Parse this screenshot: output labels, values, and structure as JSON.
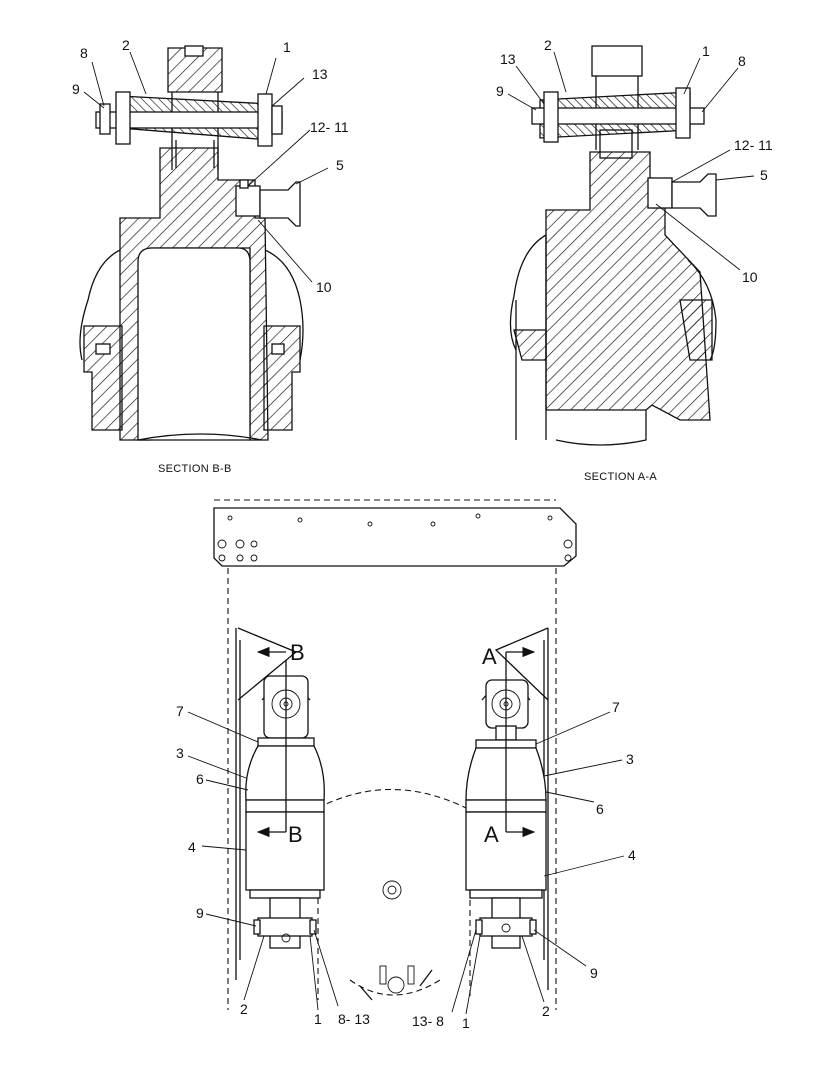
{
  "captions": {
    "section_b": "SECTION B-B",
    "section_a": "SECTION A-A"
  },
  "section_b_labels": {
    "n8": "8",
    "n2": "2",
    "n1": "1",
    "n13": "13",
    "n9": "9",
    "n12_11": "12- 11",
    "n5": "5",
    "n10": "10"
  },
  "section_a_labels": {
    "n13": "13",
    "n2": "2",
    "n1": "1",
    "n8": "8",
    "n9": "9",
    "n12_11": "12- 11",
    "n5": "5",
    "n10": "10"
  },
  "view_labels": {
    "b_top": "B",
    "b_bottom": "B",
    "a_top": "A",
    "a_bottom": "A",
    "left": {
      "n7": "7",
      "n3": "3",
      "n6": "6",
      "n4": "4",
      "n9": "9",
      "n2": "2",
      "n1": "1",
      "n8_13": "8- 13"
    },
    "right": {
      "n7": "7",
      "n3": "3",
      "n6": "6",
      "n4": "4",
      "n9": "9",
      "n13_8": "13- 8",
      "n1": "1",
      "n2": "2"
    }
  }
}
